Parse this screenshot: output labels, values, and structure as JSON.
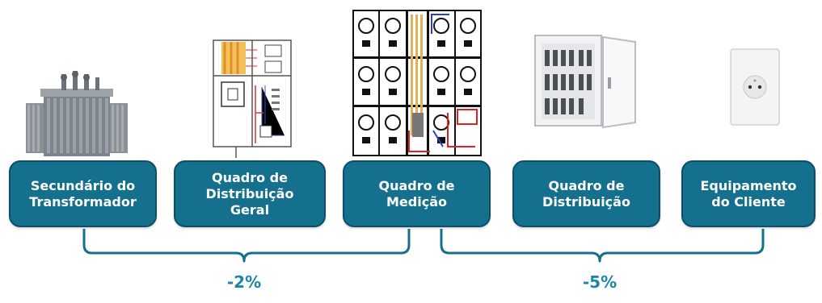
{
  "steps": [
    {
      "label": "Secundário do\nTransformador",
      "icon": "transformer-icon"
    },
    {
      "label": "Quadro de\nDistribuição\nGeral",
      "icon": "general-distribution-board-icon"
    },
    {
      "label": "Quadro de\nMedição",
      "icon": "metering-board-icon"
    },
    {
      "label": "Quadro de\nDistribuição",
      "icon": "distribution-panel-icon"
    },
    {
      "label": "Equipamento\ndo Cliente",
      "icon": "power-outlet-icon"
    }
  ],
  "segments": [
    {
      "value": "-2%",
      "from": "Secundário do Transformador",
      "to": "Quadro de Medição"
    },
    {
      "value": "-5%",
      "from": "Quadro de Medição",
      "to": "Equipamento do Cliente"
    }
  ],
  "colors": {
    "box_fill": "#14708d",
    "box_border": "#0d4f66",
    "bracket": "#14708d",
    "percent": "#1b86a8"
  }
}
